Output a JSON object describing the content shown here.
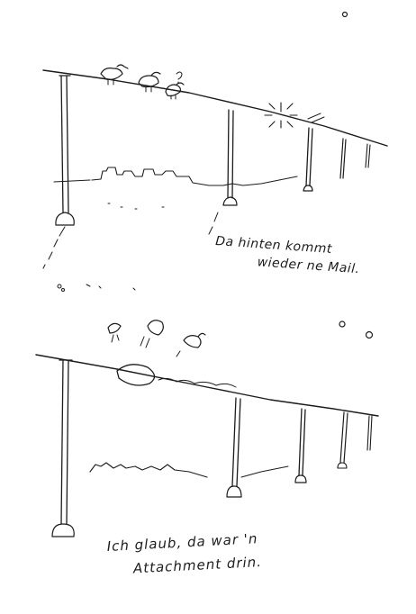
{
  "panels": [
    {
      "caption_lines": [
        "Da hinten kommt",
        "wieder ne Mail."
      ]
    },
    {
      "caption_lines": [
        "Ich glaub, da war 'n",
        "Attachment drin."
      ]
    }
  ]
}
